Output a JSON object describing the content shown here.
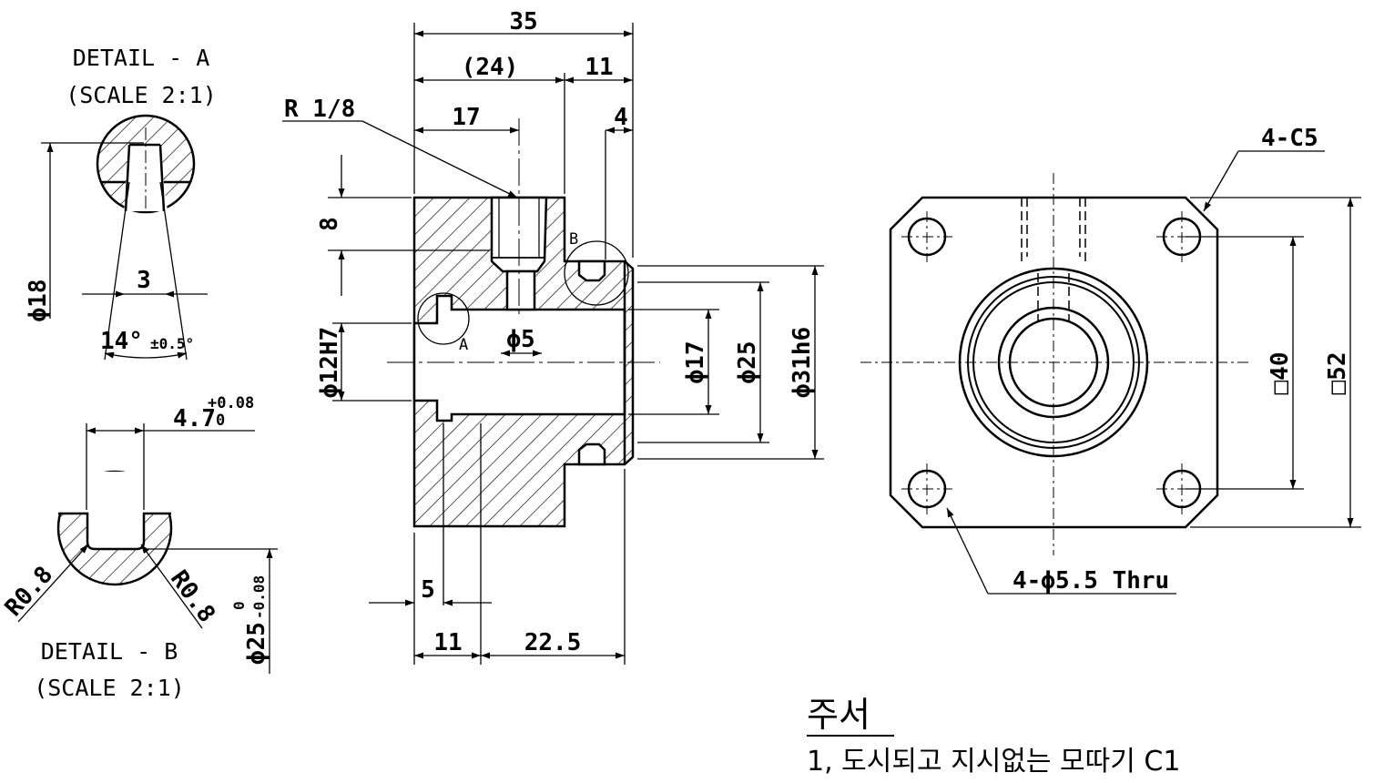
{
  "detail_a": {
    "title": "DETAIL - A",
    "scale": "(SCALE 2:1)",
    "dim_dia": "ϕ18",
    "dim_width": "3",
    "dim_angle": "14°",
    "dim_angle_tol": "±0.5°"
  },
  "detail_b": {
    "title": "DETAIL - B",
    "scale": "(SCALE 2:1)",
    "dim_width": "4.7",
    "tol_upper": "+0.08",
    "tol_lower": "0",
    "radius_left": "R0.8",
    "radius_right": "R0.8",
    "dim_dia": "ϕ25",
    "dia_tol_upper": "0",
    "dia_tol_lower": "-0.08"
  },
  "section": {
    "dim_overall": "35",
    "dim_24": "(24)",
    "dim_11_top": "11",
    "dim_17": "17",
    "dim_4": "4",
    "thread": "R 1/8",
    "dim_8": "8",
    "dim_bore": "ϕ12H7",
    "dim_small_hole": "ϕ5",
    "dim_17_dia": "ϕ17",
    "dim_25_dia": "ϕ25",
    "dim_31_dia": "ϕ31h6",
    "label_a": "A",
    "label_b": "B",
    "dim_5": "5",
    "dim_11_bottom": "11",
    "dim_22_5": "22.5"
  },
  "front": {
    "chamfer": "4-C5",
    "hole_callout": "4-ϕ5.5 Thru",
    "dim_40": "□40",
    "dim_52": "□52"
  },
  "notes": {
    "title": "주서",
    "item1": "1, 도시되고 지시없는 모따기 C1"
  }
}
